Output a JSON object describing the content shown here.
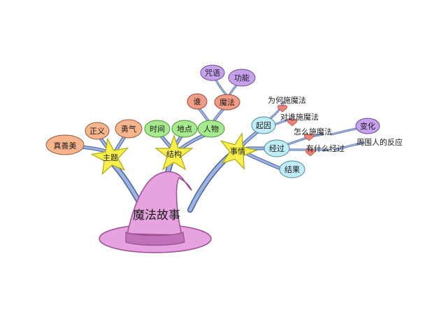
{
  "title": "魔法故事",
  "colors": {
    "hat": "#e6a3e0",
    "hat_band": "#bf72b8",
    "hat_outline": "#9a4e93",
    "branch": "#9ab4e6",
    "branch_outline": "#4d5f8f",
    "star": "#f7f04a",
    "star_outline": "#b0a617",
    "orange": "#f7b48d",
    "green": "#a6ea8e",
    "salmon": "#f29c86",
    "purple": "#c6a1ee",
    "cyan": "#c0ecf7",
    "heart": "#ef8078"
  },
  "branches": {
    "theme": {
      "label": "主题",
      "children": [
        "真善美",
        "正义",
        "勇气"
      ]
    },
    "structure": {
      "label": "结构",
      "children": [
        "时间",
        "地点",
        "人物"
      ]
    },
    "people": {
      "children": [
        "谁",
        "魔法"
      ]
    },
    "magic": {
      "children": [
        "咒语",
        "功能"
      ]
    },
    "events": {
      "label": "事情",
      "children": [
        "起因",
        "经过",
        "结果"
      ]
    },
    "cause": {
      "children": [
        "为何施魔法",
        "对谁施魔法"
      ]
    },
    "process": {
      "children": [
        "怎么施魔法",
        "有什么经过"
      ]
    },
    "how": {
      "children": [
        "变化"
      ]
    },
    "what": {
      "children": [
        "周围人的反应"
      ]
    }
  }
}
